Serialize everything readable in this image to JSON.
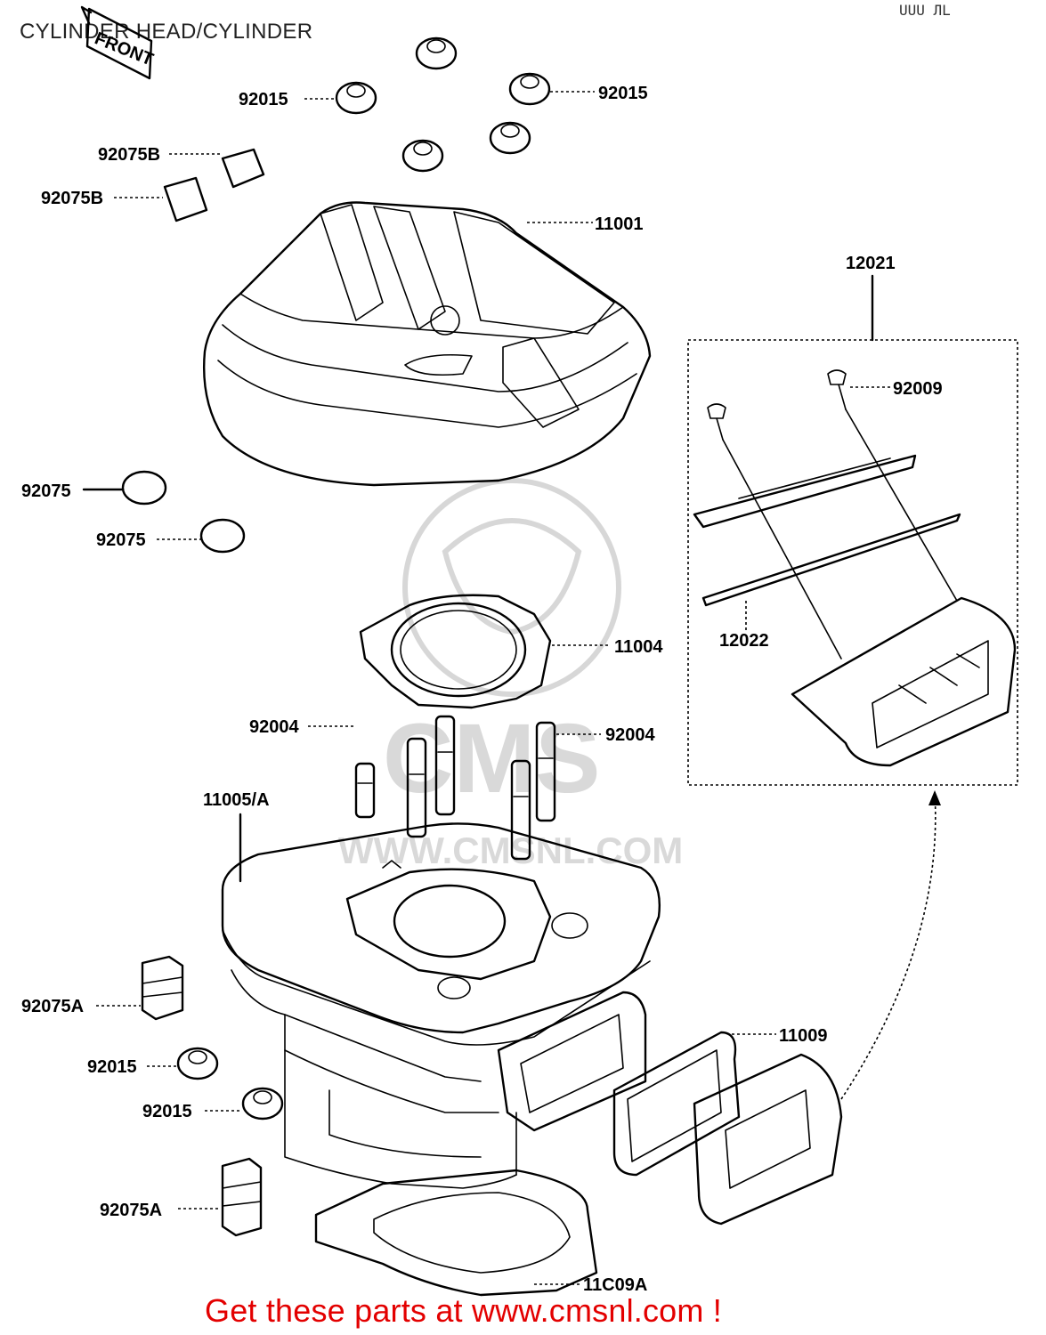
{
  "title": "CYLINDER HEAD/CYLINDER",
  "corner_mark": "UUU ЛL",
  "front_label": "FRONT",
  "watermark": {
    "logo_text": "CMS",
    "site": "WWW.CMSNL.COM"
  },
  "footer": "Get these parts at www.cmsnl.com !",
  "parts": {
    "p_92015_a": "92015",
    "p_92015_b": "92015",
    "p_92075b_a": "92075B",
    "p_92075b_b": "92075B",
    "p_11001": "11001",
    "p_12021": "12021",
    "p_92009": "92009",
    "p_92075_a": "92075",
    "p_92075_b": "92075",
    "p_12022": "12022",
    "p_11004": "11004",
    "p_92004_a": "92004",
    "p_92004_b": "92004",
    "p_11005a": "11005/A",
    "p_92075a_a": "92075A",
    "p_11009": "11009",
    "p_92015_c": "92015",
    "p_92015_d": "92015",
    "p_92075a_b": "92075A",
    "p_11009a": "11C09A"
  }
}
